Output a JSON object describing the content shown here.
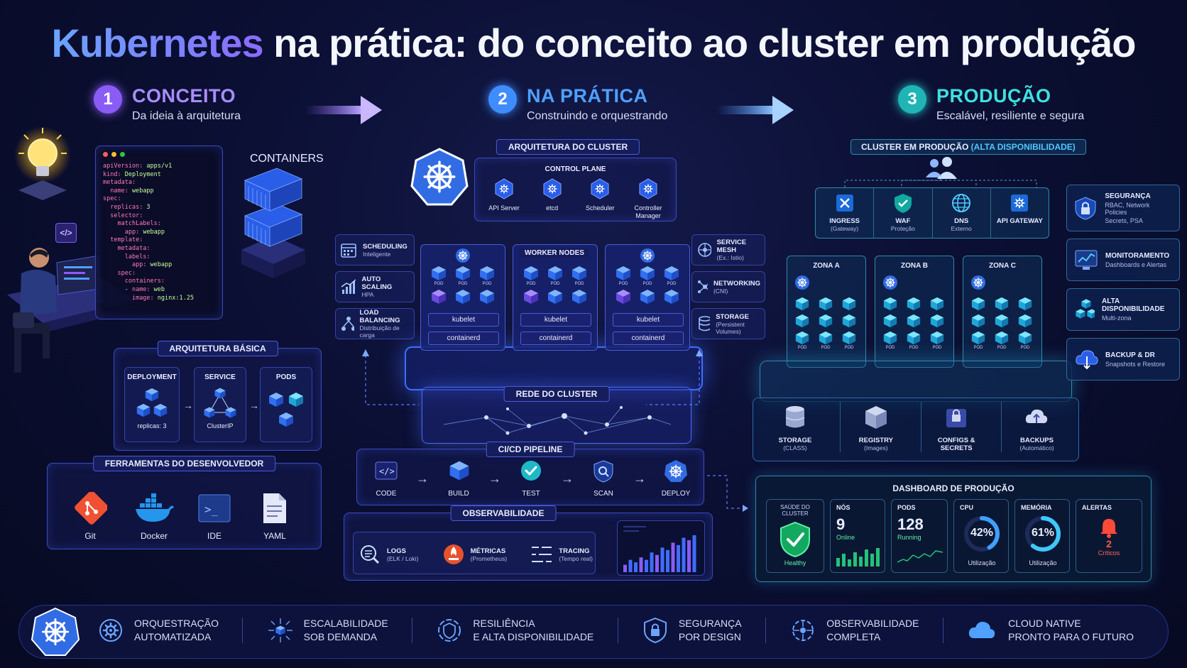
{
  "title": {
    "highlight": "Kubernetes",
    "rest": " na prática: do conceito ao cluster em produção"
  },
  "steps": [
    {
      "num": "1",
      "title": "CONCEITO",
      "sub": "Da ideia à arquitetura",
      "color": "#8a5cf6"
    },
    {
      "num": "2",
      "title": "NA PRÁTICA",
      "sub": "Construindo e orquestrando",
      "color": "#3f8cff"
    },
    {
      "num": "3",
      "title": "PRODUÇÃO",
      "sub": "Escalável, resiliente e segura",
      "color": "#27c4c4"
    }
  ],
  "concept": {
    "yaml": [
      "apiVersion: apps/v1",
      "kind: Deployment",
      "metadata:",
      "  name: webapp",
      "spec:",
      "  replicas: 3",
      "  selector:",
      "    matchLabels:",
      "      app: webapp",
      "  template:",
      "    metadata:",
      "      labels:",
      "        app: webapp",
      "    spec:",
      "      containers:",
      "      - name: web",
      "        image: nginx:1.25"
    ],
    "containers_label": "CONTAINERS",
    "arch_basic": {
      "title": "ARQUITETURA BÁSICA",
      "items": [
        {
          "label": "DEPLOYMENT",
          "sub": "replicas: 3"
        },
        {
          "label": "SERVICE",
          "sub": "ClusterIP"
        },
        {
          "label": "PODS",
          "sub": ""
        }
      ]
    },
    "tools": {
      "title": "FERRAMENTAS DO DESENVOLVEDOR",
      "items": [
        "Git",
        "Docker",
        "IDE",
        "YAML"
      ]
    }
  },
  "practice": {
    "arch_title": "ARQUITETURA DO CLUSTER",
    "control_plane": {
      "title": "CONTROL PLANE",
      "items": [
        "API Server",
        "etcd",
        "Scheduler",
        "Controller Manager"
      ]
    },
    "worker_nodes_label": "WORKER NODES",
    "node_chip_top": "kubelet",
    "node_chip_bottom": "containerd",
    "pod_label": "POD",
    "left_features": [
      {
        "title": "SCHEDULING",
        "sub": "Inteligente"
      },
      {
        "title": "AUTO SCALING",
        "sub": "HPA"
      },
      {
        "title": "LOAD BALANCING",
        "sub": "Distribuição de carga"
      }
    ],
    "right_features": [
      {
        "title": "SERVICE MESH",
        "sub": "(Ex.: Istio)"
      },
      {
        "title": "NETWORKING",
        "sub": "(CNI)"
      },
      {
        "title": "STORAGE",
        "sub": "(Persistent Volumes)"
      }
    ],
    "network_label": "REDE DO CLUSTER",
    "cicd": {
      "title": "CI/CD PIPELINE",
      "steps": [
        "CODE",
        "BUILD",
        "TEST",
        "SCAN",
        "DEPLOY"
      ]
    },
    "observability": {
      "title": "OBSERVABILIDADE",
      "items": [
        {
          "title": "LOGS",
          "sub": "(ELK / Loki)"
        },
        {
          "title": "MÉTRICAS",
          "sub": "(Prometheus)"
        },
        {
          "title": "TRACING",
          "sub": "(Tempo real)"
        }
      ],
      "bars": [
        3,
        5,
        4,
        6,
        5,
        8,
        7,
        10,
        9,
        12,
        11,
        14,
        13,
        15
      ]
    }
  },
  "production": {
    "cluster_title_a": "CLUSTER EM PRODUÇÃO ",
    "cluster_title_b": "(ALTA DISPONIBILIDADE)",
    "gateways": [
      {
        "title": "INGRESS",
        "sub": "(Gateway)"
      },
      {
        "title": "WAF",
        "sub": "Proteção"
      },
      {
        "title": "DNS",
        "sub": "Externo"
      },
      {
        "title": "API GATEWAY",
        "sub": ""
      }
    ],
    "zones": [
      "ZONA A",
      "ZONA B",
      "ZONA C"
    ],
    "zone_pod_label": "POD",
    "services": [
      {
        "title": "STORAGE",
        "sub": "(CLASS)"
      },
      {
        "title": "REGISTRY",
        "sub": "(Images)"
      },
      {
        "title": "CONFIGS & SECRETS",
        "sub": ""
      },
      {
        "title": "BACKUPS",
        "sub": "(Automático)"
      }
    ],
    "side": [
      {
        "title": "SEGURANÇA",
        "sub1": "RBAC, Network Policies",
        "sub2": "Secrets, PSA"
      },
      {
        "title": "MONITORAMENTO",
        "sub1": "Dashboards e Alertas",
        "sub2": ""
      },
      {
        "title": "ALTA DISPONIBILIDADE",
        "sub1": "Multi-zona",
        "sub2": ""
      },
      {
        "title": "BACKUP & DR",
        "sub1": "Snapshots e Restore",
        "sub2": ""
      }
    ],
    "dashboard": {
      "title": "DASHBOARD DE PRODUÇÃO",
      "health": {
        "label": "SAÚDE DO CLUSTER",
        "value": "Healthy"
      },
      "nodes": {
        "label": "NÓS",
        "value": "9",
        "sub": "Online"
      },
      "pods": {
        "label": "PODS",
        "value": "128",
        "sub": "Running"
      },
      "cpu": {
        "label": "CPU",
        "value": 42,
        "text": "42%",
        "sub": "Utilização"
      },
      "memory": {
        "label": "MEMÓRIA",
        "value": 61,
        "text": "61%",
        "sub": "Utilização"
      },
      "alerts": {
        "label": "ALERTAS",
        "value": "2",
        "sub": "Críticos"
      }
    }
  },
  "bottom": [
    {
      "line1": "ORQUESTRAÇÃO",
      "line2": "AUTOMATIZADA"
    },
    {
      "line1": "ESCALABILIDADE",
      "line2": "SOB DEMANDA"
    },
    {
      "line1": "RESILIÊNCIA",
      "line2": "E ALTA DISPONIBILIDADE"
    },
    {
      "line1": "SEGURANÇA",
      "line2": "POR DESIGN"
    },
    {
      "line1": "OBSERVABILIDADE",
      "line2": "COMPLETA"
    },
    {
      "line1": "CLOUD NATIVE",
      "line2": "PRONTO PARA O FUTURO"
    }
  ],
  "colors": {
    "accent": "#3f8cff",
    "purple": "#8a5cf6",
    "teal": "#27c4c4",
    "green": "#22c27a",
    "red": "#ff4a3a"
  }
}
